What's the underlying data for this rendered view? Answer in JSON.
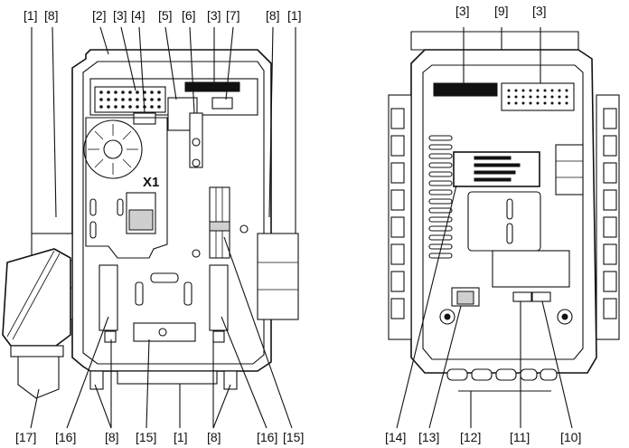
{
  "diagram": {
    "type": "device-component-callout-diagram",
    "views": [
      {
        "name": "left-view-open-housing"
      },
      {
        "name": "right-view-rear-side"
      }
    ],
    "board_marking": "X1",
    "callouts_left_top": [
      "[1]",
      "[8]",
      "[2]",
      "[3]",
      "[4]",
      "[5]",
      "[6]",
      "[3]",
      "[7]",
      "[8]",
      "[1]"
    ],
    "callouts_left_bottom": [
      "[17]",
      "[16]",
      "[8]",
      "[15]",
      "[1]",
      "[8]",
      "[16]",
      "[15]"
    ],
    "callouts_right_top": [
      "[3]",
      "[9]",
      "[3]"
    ],
    "callouts_right_bottom": [
      "[14]",
      "[13]",
      "[12]",
      "[11]",
      "[10]"
    ]
  }
}
